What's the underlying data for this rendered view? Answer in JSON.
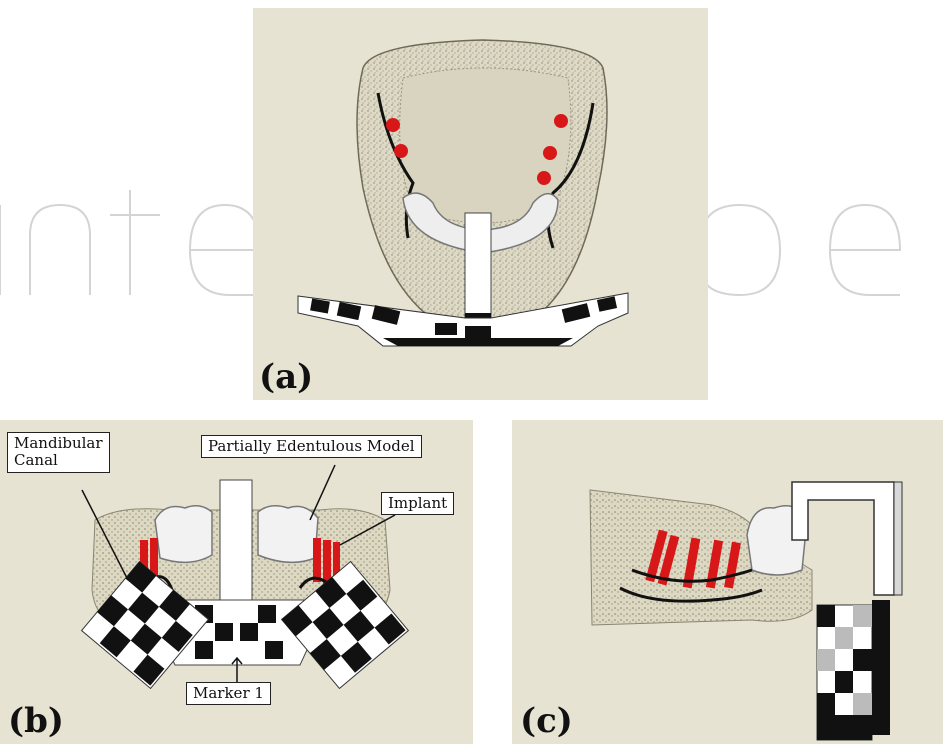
{
  "panels": {
    "a": {
      "label": "(a)"
    },
    "b": {
      "label": "(b)",
      "callouts": {
        "mandibular_canal": "Mandibular\nCanal",
        "partially_edentulous_model": "Partially Edentulous Model",
        "implant": "Implant",
        "marker_1": "Marker 1"
      }
    },
    "c": {
      "label": "(c)"
    }
  },
  "colors": {
    "background": "#e6e3d3",
    "implant_red": "#d81818",
    "bone_speckle": "#8a8470",
    "canal_line": "#111111",
    "marker_black": "#111111",
    "marker_white": "#ffffff"
  }
}
